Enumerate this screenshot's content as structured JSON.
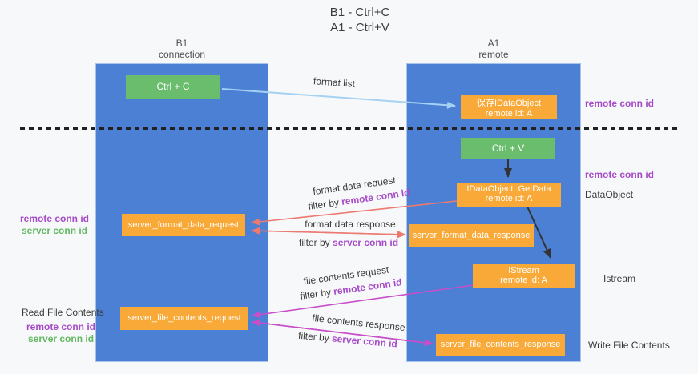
{
  "title": {
    "line1": "B1 - Ctrl+C",
    "line2": "A1 - Ctrl+V"
  },
  "columns": {
    "left": {
      "name": "B1",
      "role": "connection"
    },
    "right": {
      "name": "A1",
      "role": "remote"
    }
  },
  "boxes": {
    "ctrl_c": {
      "label": "Ctrl + C"
    },
    "ctrl_v": {
      "label": "Ctrl + V"
    },
    "save_dataobject": {
      "line1": "保存IDataObject",
      "line2": "remote id: A"
    },
    "getdata": {
      "line1": "IDataObject::GetData",
      "line2": "remote id: A"
    },
    "istream": {
      "line1": "IStream",
      "line2": "remote id: A"
    },
    "format_request": {
      "label": "server_format_data_request"
    },
    "format_response": {
      "label": "server_format_data_response"
    },
    "file_request": {
      "label": "server_file_contents_request"
    },
    "file_response": {
      "label": "server_file_contents_response"
    }
  },
  "arrow_labels": {
    "format_list": "format list",
    "format_data_request": "format data request",
    "format_data_response": "format data response",
    "file_contents_request": "file contents request",
    "file_contents_response": "file contents response",
    "filter_by": "filter by ",
    "remote_conn_id": "remote conn id",
    "server_conn_id": "server conn id"
  },
  "side_labels": {
    "remote_conn_id": "remote conn id",
    "server_conn_id": "server conn id",
    "dataobject": "DataObject",
    "istream": "Istream",
    "read_file_contents": "Read File Contents",
    "write_file_contents": "Write File Contents"
  },
  "colors": {
    "column_blue": "#4b80d5",
    "box_green": "#6abd6d",
    "box_orange": "#f8a938",
    "arrow_salmon": "#ed7a70",
    "arrow_magenta": "#c94ec9",
    "arrow_lightblue": "#a5d2f2",
    "arrow_black": "#333333",
    "text_purple": "#a74ac9",
    "text_green": "#62b862"
  }
}
